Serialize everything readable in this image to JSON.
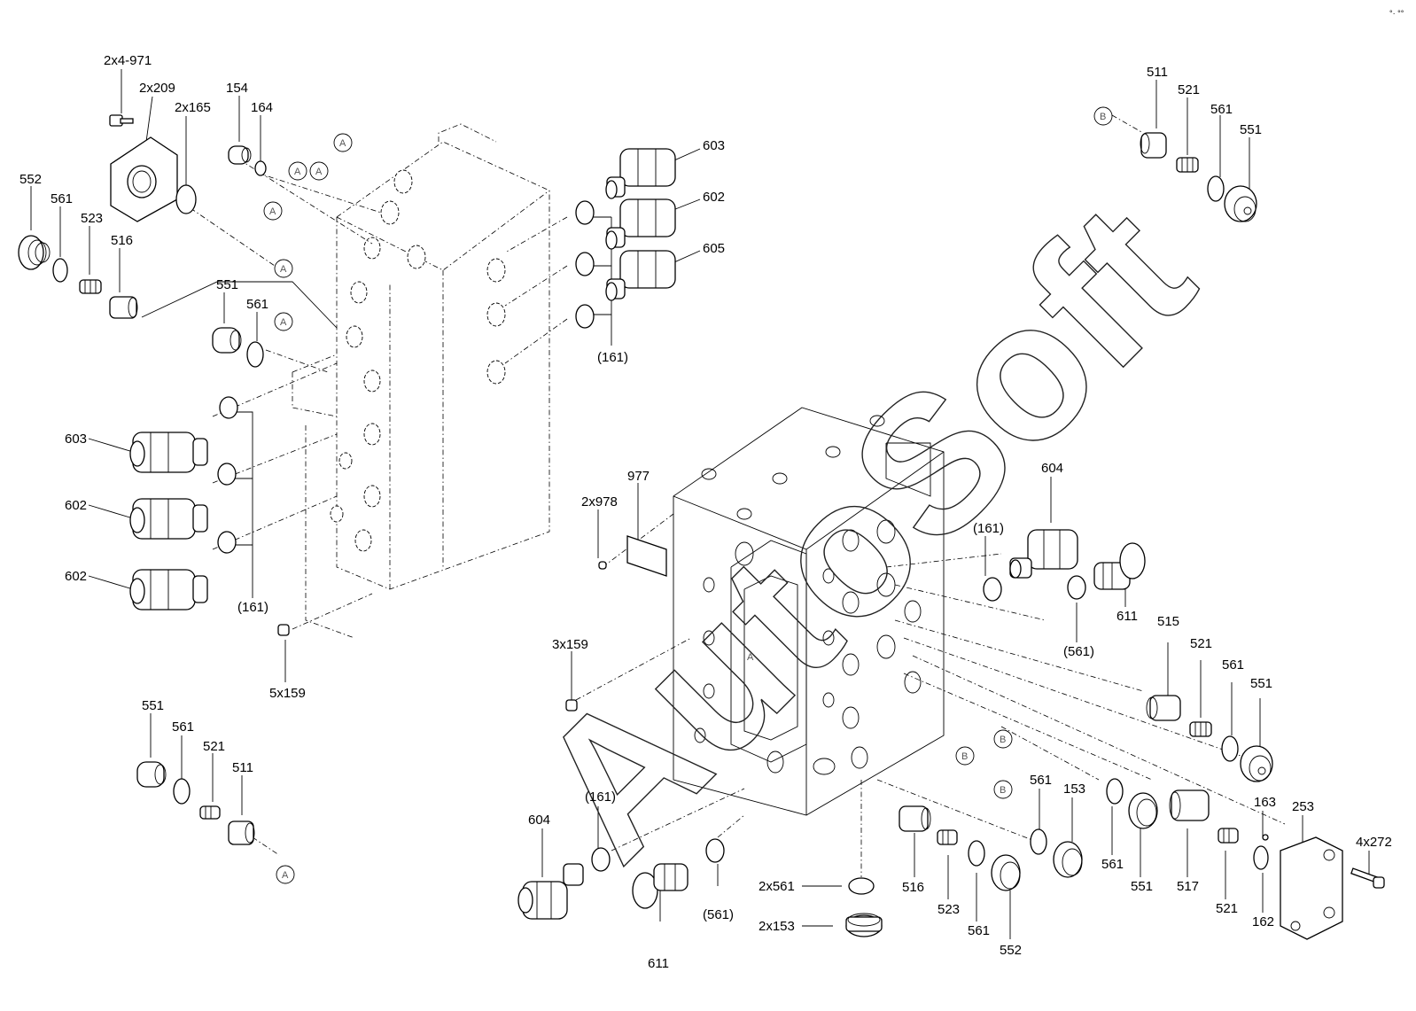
{
  "watermark": "AutoSoft",
  "corner_mark": "°· °°",
  "labels": {
    "l_2x4_971": "2x4-971",
    "l_2x209": "2x209",
    "l_2x165": "2x165",
    "l_154": "154",
    "l_164": "164",
    "l_552_tl": "552",
    "l_561_tl": "561",
    "l_523_tl": "523",
    "l_516_tl": "516",
    "l_551_ml": "551",
    "l_561_ml": "561",
    "l_603_l": "603",
    "l_602_l1": "602",
    "l_602_l2": "602",
    "l_161_l": "(161)",
    "l_5x159": "5x159",
    "l_551_bl": "551",
    "l_561_bl": "561",
    "l_521_bl": "521",
    "l_511_bl": "511",
    "l_603_t": "603",
    "l_602_t": "602",
    "l_605_t": "605",
    "l_161_t": "(161)",
    "l_511_tr": "511",
    "l_521_tr": "521",
    "l_561_tr": "561",
    "l_551_tr": "551",
    "l_2x978": "2x978",
    "l_977": "977",
    "l_3x159": "3x159",
    "l_604_r": "604",
    "l_161_r": "(161)",
    "l_611_r": "611",
    "l_561p_r": "(561)",
    "l_515": "515",
    "l_521_r": "521",
    "l_561_r": "561",
    "l_551_r": "551",
    "l_604_b": "604",
    "l_161_b": "(161)",
    "l_611_b": "611",
    "l_561p_b": "(561)",
    "l_2x561": "2x561",
    "l_2x153": "2x153",
    "l_516_b": "516",
    "l_523_b": "523",
    "l_561_b1": "561",
    "l_552_b": "552",
    "l_561_b2": "561",
    "l_153": "153",
    "l_561_b3": "561",
    "l_551_b": "551",
    "l_517": "517",
    "l_521_b": "521",
    "l_163": "163",
    "l_253": "253",
    "l_162": "162",
    "l_4x272": "4x272"
  },
  "ref_circles": {
    "A": "A",
    "B": "B"
  }
}
